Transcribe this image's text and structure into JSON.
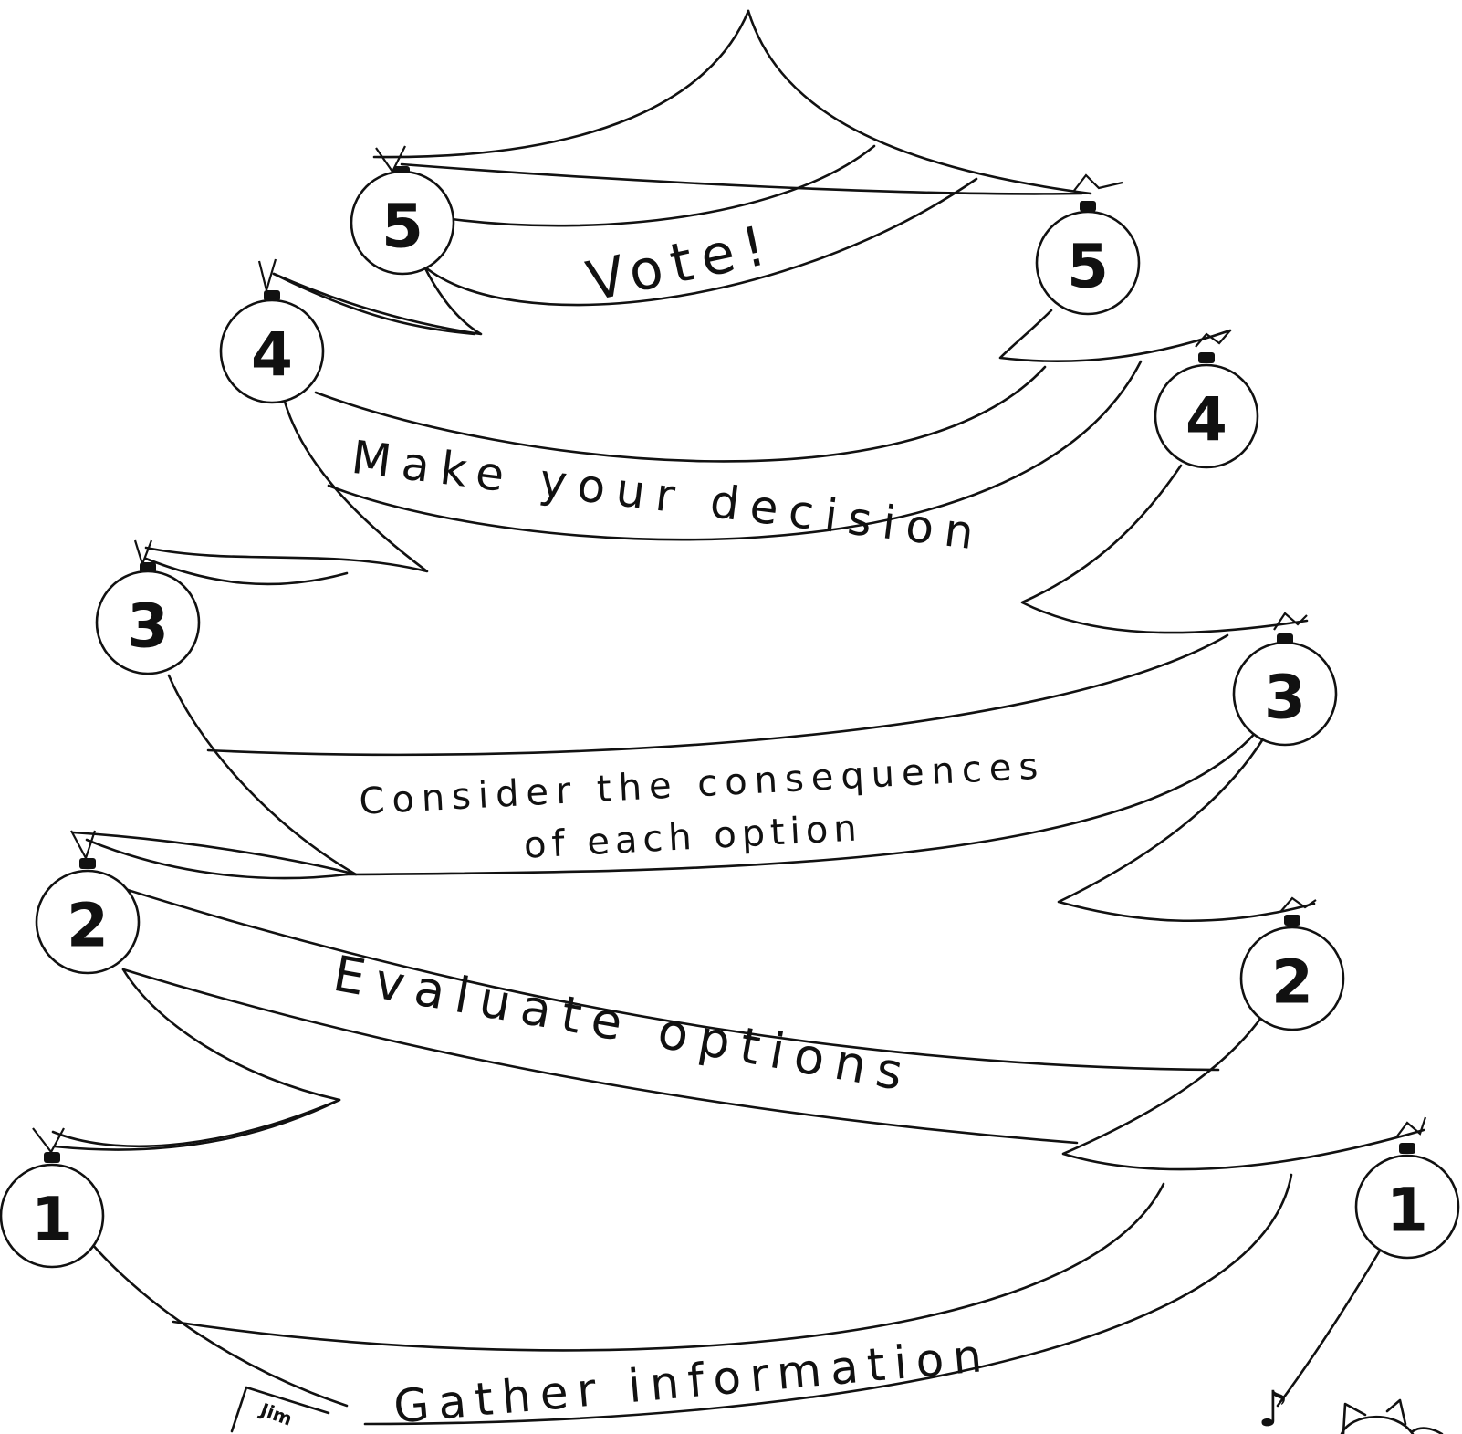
{
  "steps": [
    {
      "number": "5",
      "text": "Vote!"
    },
    {
      "number": "4",
      "text": "Make your decision"
    },
    {
      "number": "3",
      "line1": "Consider the consequences",
      "line2": "of each option"
    },
    {
      "number": "2",
      "text": "Evaluate options"
    },
    {
      "number": "1",
      "text": "Gather information"
    }
  ],
  "corner_text": "Jim",
  "decor_icons": [
    "music-note-icon",
    "cat-icon"
  ]
}
